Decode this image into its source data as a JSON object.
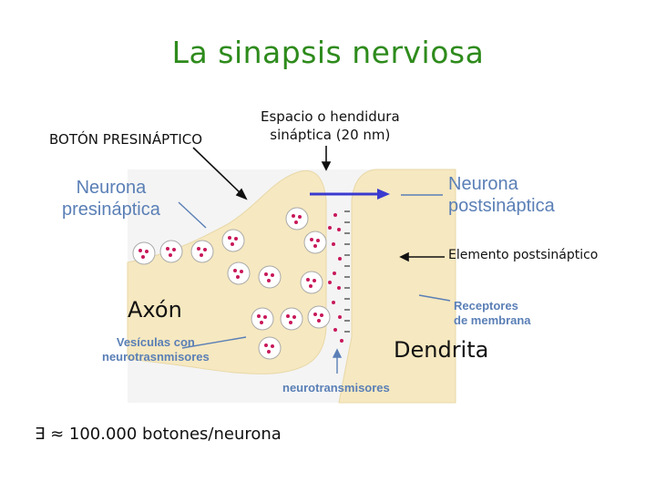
{
  "title": "La sinapsis nerviosa",
  "labels": {
    "boton": "BOTÓN PRESINÁPTICO",
    "espacio_line1": "Espacio o hendidura",
    "espacio_line2": "sináptica (20 nm)",
    "elemento": "Elemento postsináptico",
    "axon": "Axón",
    "dendrita": "Dendrita",
    "pre_line1": "Neurona",
    "pre_line2": "presináptica",
    "post_line1": "Neurona",
    "post_line2": "postsináptica",
    "receptores_line1": "Receptores",
    "receptores_line2": "de membrana",
    "vesiculas_line1": "Vesículas con",
    "vesiculas_line2": "neurotrasnmisores",
    "neurotrans": "neurotransmisores"
  },
  "footer": "∃ ≈ 100.000 botones/neurona",
  "colors": {
    "title": "#2e8b1c",
    "tissue": "#f6e8c0",
    "background_panel": "#f4f4f4",
    "blue_text": "#5a7fb6",
    "vesicle_dot": "#c8185a",
    "signal_arrow": "#3a3ad0"
  }
}
